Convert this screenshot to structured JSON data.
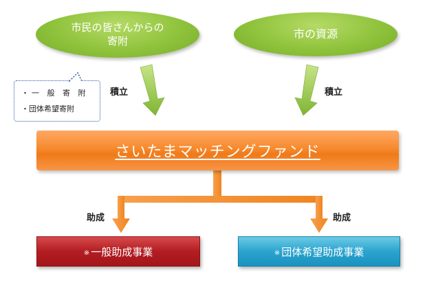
{
  "sources": {
    "donation_label": "市民の皆さんからの寄附",
    "city_label": "市の資源"
  },
  "callout": {
    "items": [
      "・一 般 寄 附",
      "・団体希望寄附"
    ]
  },
  "flow_labels": {
    "accumulate_left": "積立",
    "accumulate_right": "積立",
    "grant_left": "助成",
    "grant_right": "助成"
  },
  "fund": {
    "title": "さいたまマッチングファンド"
  },
  "projects": {
    "mark": "※",
    "general": "一般助成事業",
    "group": "団体希望助成事業"
  },
  "colors": {
    "green": "#8fc33c",
    "orange": "#f68a2e",
    "red": "#b21d22",
    "blue": "#2aa3ce",
    "callout_border": "#2b55a8"
  }
}
